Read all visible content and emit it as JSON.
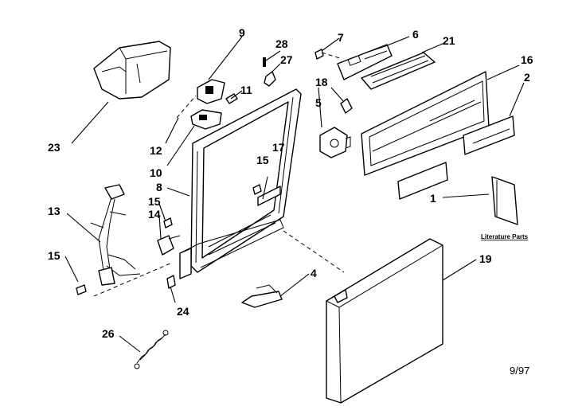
{
  "diagram": {
    "callouts": {
      "c1": "1",
      "c2": "2",
      "c4": "4",
      "c5": "5",
      "c6": "6",
      "c7": "7",
      "c8": "8",
      "c9": "9",
      "c10": "10",
      "c11": "11",
      "c12": "12",
      "c13": "13",
      "c14": "14",
      "c15a": "15",
      "c15b": "15",
      "c15c": "15",
      "c16": "16",
      "c17": "17",
      "c18": "18",
      "c19": "19",
      "c21": "21",
      "c23": "23",
      "c24": "24",
      "c26": "26",
      "c27": "27",
      "c28": "28"
    },
    "literature_label": "Literature Parts",
    "date_code": "9/97"
  }
}
